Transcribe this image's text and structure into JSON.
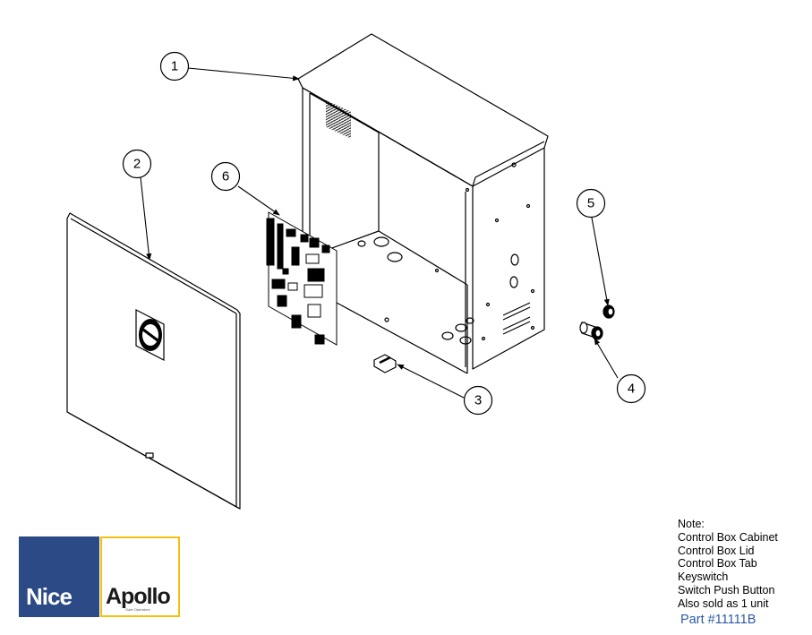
{
  "callouts": [
    {
      "id": "1"
    },
    {
      "id": "2"
    },
    {
      "id": "3"
    },
    {
      "id": "4"
    },
    {
      "id": "5"
    },
    {
      "id": "6"
    }
  ],
  "note": {
    "heading": "Note:",
    "lines": [
      "Control Box Cabinet",
      "Control Box Lid",
      "Control Box Tab",
      "Keyswitch",
      "Switch Push Button",
      "Also sold as 1 unit"
    ],
    "part_number": "Part #11111B"
  },
  "logo": {
    "brand_left": "Nice",
    "brand_right": "Apollo",
    "tagline": "Gate Operators",
    "colors": {
      "nice_blue": "#2b4a86",
      "apollo_yellow": "#f2c10e"
    }
  },
  "colors": {
    "line": "#000000",
    "part_number": "#2c5aa6"
  }
}
